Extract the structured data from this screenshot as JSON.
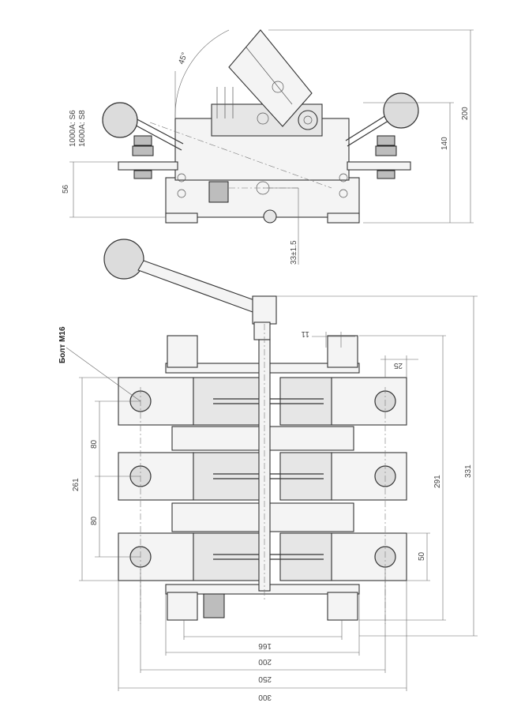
{
  "side_view": {
    "angle_label": "45°",
    "rating_1000": "1000A: S6",
    "rating_1600": "1600A: S8",
    "dim_56": "56",
    "dim_33": "33±1.5",
    "dim_140": "140",
    "dim_200": "200"
  },
  "front_view": {
    "bolt_label": "Болт М16",
    "dim_11": "11",
    "dim_25": "25",
    "dim_80_top": "80",
    "dim_80_bottom": "80",
    "dim_261": "261",
    "dim_291": "291",
    "dim_331": "331",
    "dim_50": "50",
    "dim_166": "166",
    "dim_200": "200",
    "dim_250": "250",
    "dim_300": "300"
  }
}
